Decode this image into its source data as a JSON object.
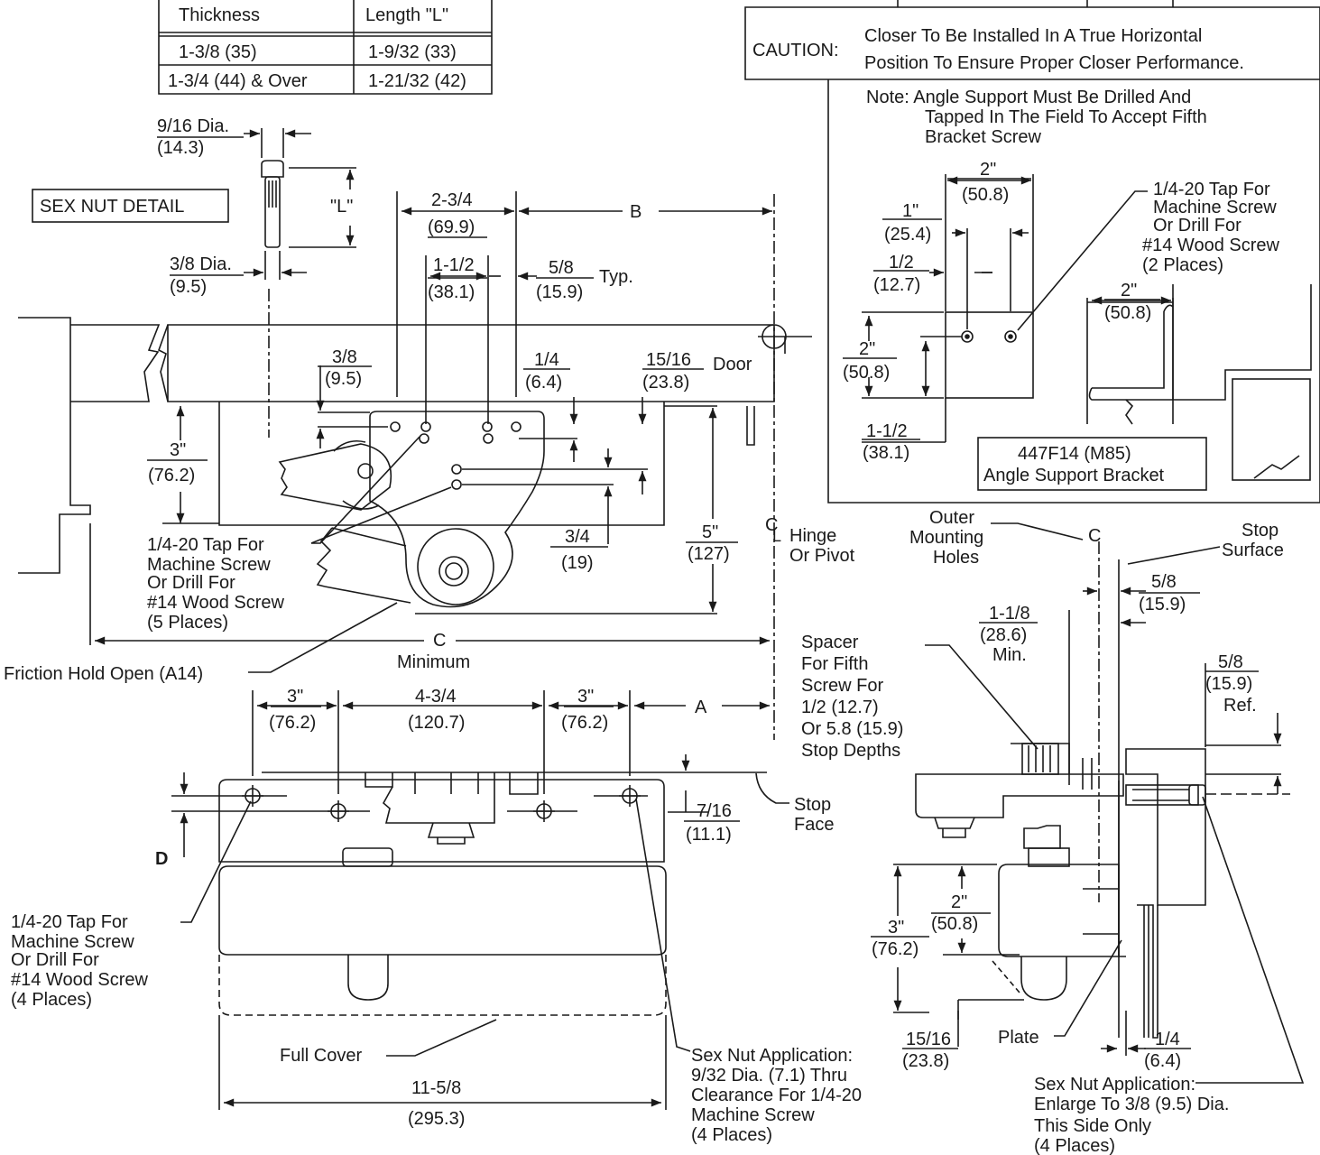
{
  "table": {
    "headers": [
      "Thickness",
      "Length \"L\""
    ],
    "rows": [
      [
        "1-3/8 (35)",
        "1-9/32 (33)"
      ],
      [
        "1-3/4 (44) & Over",
        "1-21/32 (42)"
      ]
    ]
  },
  "caution": {
    "label": "CAUTION:",
    "line1": "Closer To Be Installed In A True Horizontal",
    "line2": "Position To Ensure Proper Closer Performance."
  },
  "angle_note": {
    "line1": "Note: Angle Support Must Be Drilled And",
    "line2": "Tapped In The Field To Accept Fifth",
    "line3": "Bracket Screw"
  },
  "angle_bracket": {
    "dim_2": "2\"",
    "dim_2_mm": "(50.8)",
    "dim_1": "1\"",
    "dim_1_mm": "(25.4)",
    "dim_half": "1/2",
    "dim_half_mm": "(12.7)",
    "dim_v2": "2\"",
    "dim_v2_mm": "(50.8)",
    "dim_112": "1-1/2",
    "dim_112_mm": "(38.1)",
    "dim_side2": "2\"",
    "dim_side2_mm": "(50.8)",
    "tap_note": [
      "1/4-20 Tap For",
      "Machine Screw",
      "Or Drill For",
      "#14 Wood Screw",
      "(2 Places)"
    ],
    "label_line1": "447F14 (M85)",
    "label_line2": "Angle Support Bracket"
  },
  "sex_nut": {
    "title": "SEX NUT DETAIL",
    "dia1": "9/16 Dia.",
    "dia1_mm": "(14.3)",
    "L": "\"L\"",
    "dia2": "3/8 Dia.",
    "dia2_mm": "(9.5)"
  },
  "top_view": {
    "d_234": "2-3/4",
    "d_234_mm": "(69.9)",
    "B": "B",
    "d_112": "1-1/2",
    "d_112_mm": "(38.1)",
    "d_58": "5/8",
    "d_58_mm": "(15.9)",
    "typ": "Typ.",
    "d_38": "3/8",
    "d_38_mm": "(9.5)",
    "d_14": "1/4",
    "d_14_mm": "(6.4)",
    "d_1516": "15/16",
    "d_1516_mm": "(23.8)",
    "door": "Door",
    "d_3": "3\"",
    "d_3_mm": "(76.2)",
    "d_34": "3/4",
    "d_34_mm": "(19)",
    "d_5": "5\"",
    "d_5_mm": "(127)",
    "cl": "C",
    "hinge1": "Hinge",
    "hinge2": "Or Pivot",
    "tap_note": [
      "1/4-20 Tap For",
      "Machine Screw",
      "Or Drill For",
      "#14 Wood Screw",
      "(5 Places)"
    ],
    "C": "C",
    "minimum": "Minimum",
    "friction": "Friction Hold Open (A14)"
  },
  "front_view": {
    "d_3a": "3\"",
    "d_3a_mm": "(76.2)",
    "d_434": "4-3/4",
    "d_434_mm": "(120.7)",
    "d_3b": "3\"",
    "d_3b_mm": "(76.2)",
    "A": "A",
    "stop_face1": "Stop",
    "stop_face2": "Face",
    "d_716": "7/16",
    "d_716_mm": "(11.1)",
    "D": "D",
    "tap_note": [
      "1/4-20 Tap For",
      "Machine Screw",
      "Or Drill For",
      "#14 Wood Screw",
      "(4 Places)"
    ],
    "full_cover": "Full Cover",
    "d_total": "11-5/8",
    "d_total_mm": "(295.3)",
    "sex_nut_app": [
      "Sex Nut Application:",
      "9/32 Dia. (7.1) Thru",
      "Clearance For 1/4-20",
      "Machine Screw",
      "(4 Places)"
    ]
  },
  "side_view": {
    "outer": [
      "Outer",
      "Mounting",
      "Holes"
    ],
    "cl": "C",
    "stop_surface1": "Stop",
    "stop_surface2": "Surface",
    "d_58": "5/8",
    "d_58_mm": "(15.9)",
    "d_118": "1-1/8",
    "d_118_mm": "(28.6)",
    "min": "Min.",
    "d_58r": "5/8",
    "d_58r_mm": "(15.9)",
    "ref": "Ref.",
    "spacer": [
      "Spacer",
      "For Fifth",
      "Screw For",
      "1/2 (12.7)",
      "Or 5.8 (15.9)",
      "Stop Depths"
    ],
    "d_2": "2\"",
    "d_2_mm": "(50.8)",
    "d_3": "3\"",
    "d_3_mm": "(76.2)",
    "d_1516": "15/16",
    "d_1516_mm": "(23.8)",
    "plate": "Plate",
    "d_14": "1/4",
    "d_14_mm": "(6.4)",
    "sex_nut_app": [
      "Sex Nut Application:",
      "Enlarge To 3/8 (9.5) Dia.",
      "This Side Only",
      "(4 Places)"
    ]
  }
}
